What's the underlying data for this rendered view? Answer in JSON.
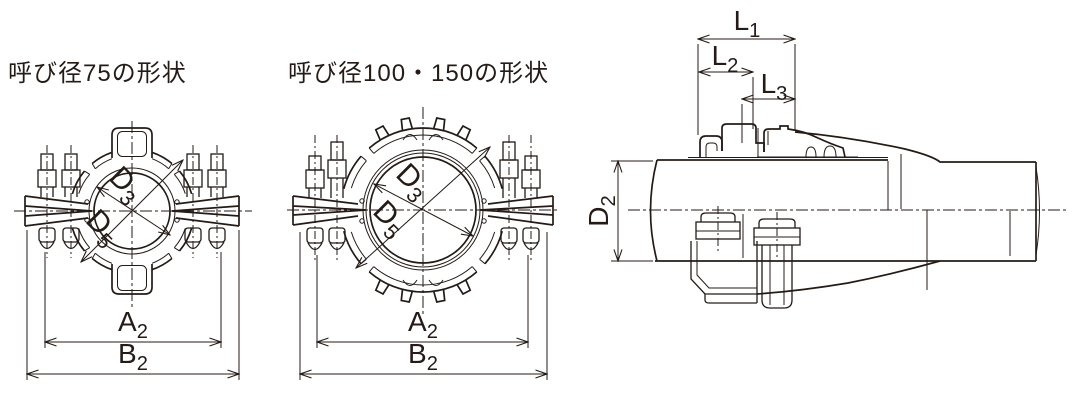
{
  "drawing": {
    "description": "pipe coupling technical drawing",
    "colors": {
      "ink": "#241b17",
      "background": "#ffffff"
    }
  },
  "figures": {
    "front75": {
      "title": "呼び径75の形状"
    },
    "front100": {
      "title": "呼び径100・150の形状"
    }
  },
  "dim_labels": {
    "d3": {
      "main": "D",
      "sub": "3"
    },
    "d5": {
      "main": "D",
      "sub": "5"
    },
    "a2": {
      "main": "A",
      "sub": "2"
    },
    "b2": {
      "main": "B",
      "sub": "2"
    },
    "l1": {
      "main": "L",
      "sub": "1"
    },
    "l2": {
      "main": "L",
      "sub": "2"
    },
    "l3": {
      "main": "L",
      "sub": "3"
    },
    "d2": {
      "main": "D",
      "sub": "2"
    }
  }
}
